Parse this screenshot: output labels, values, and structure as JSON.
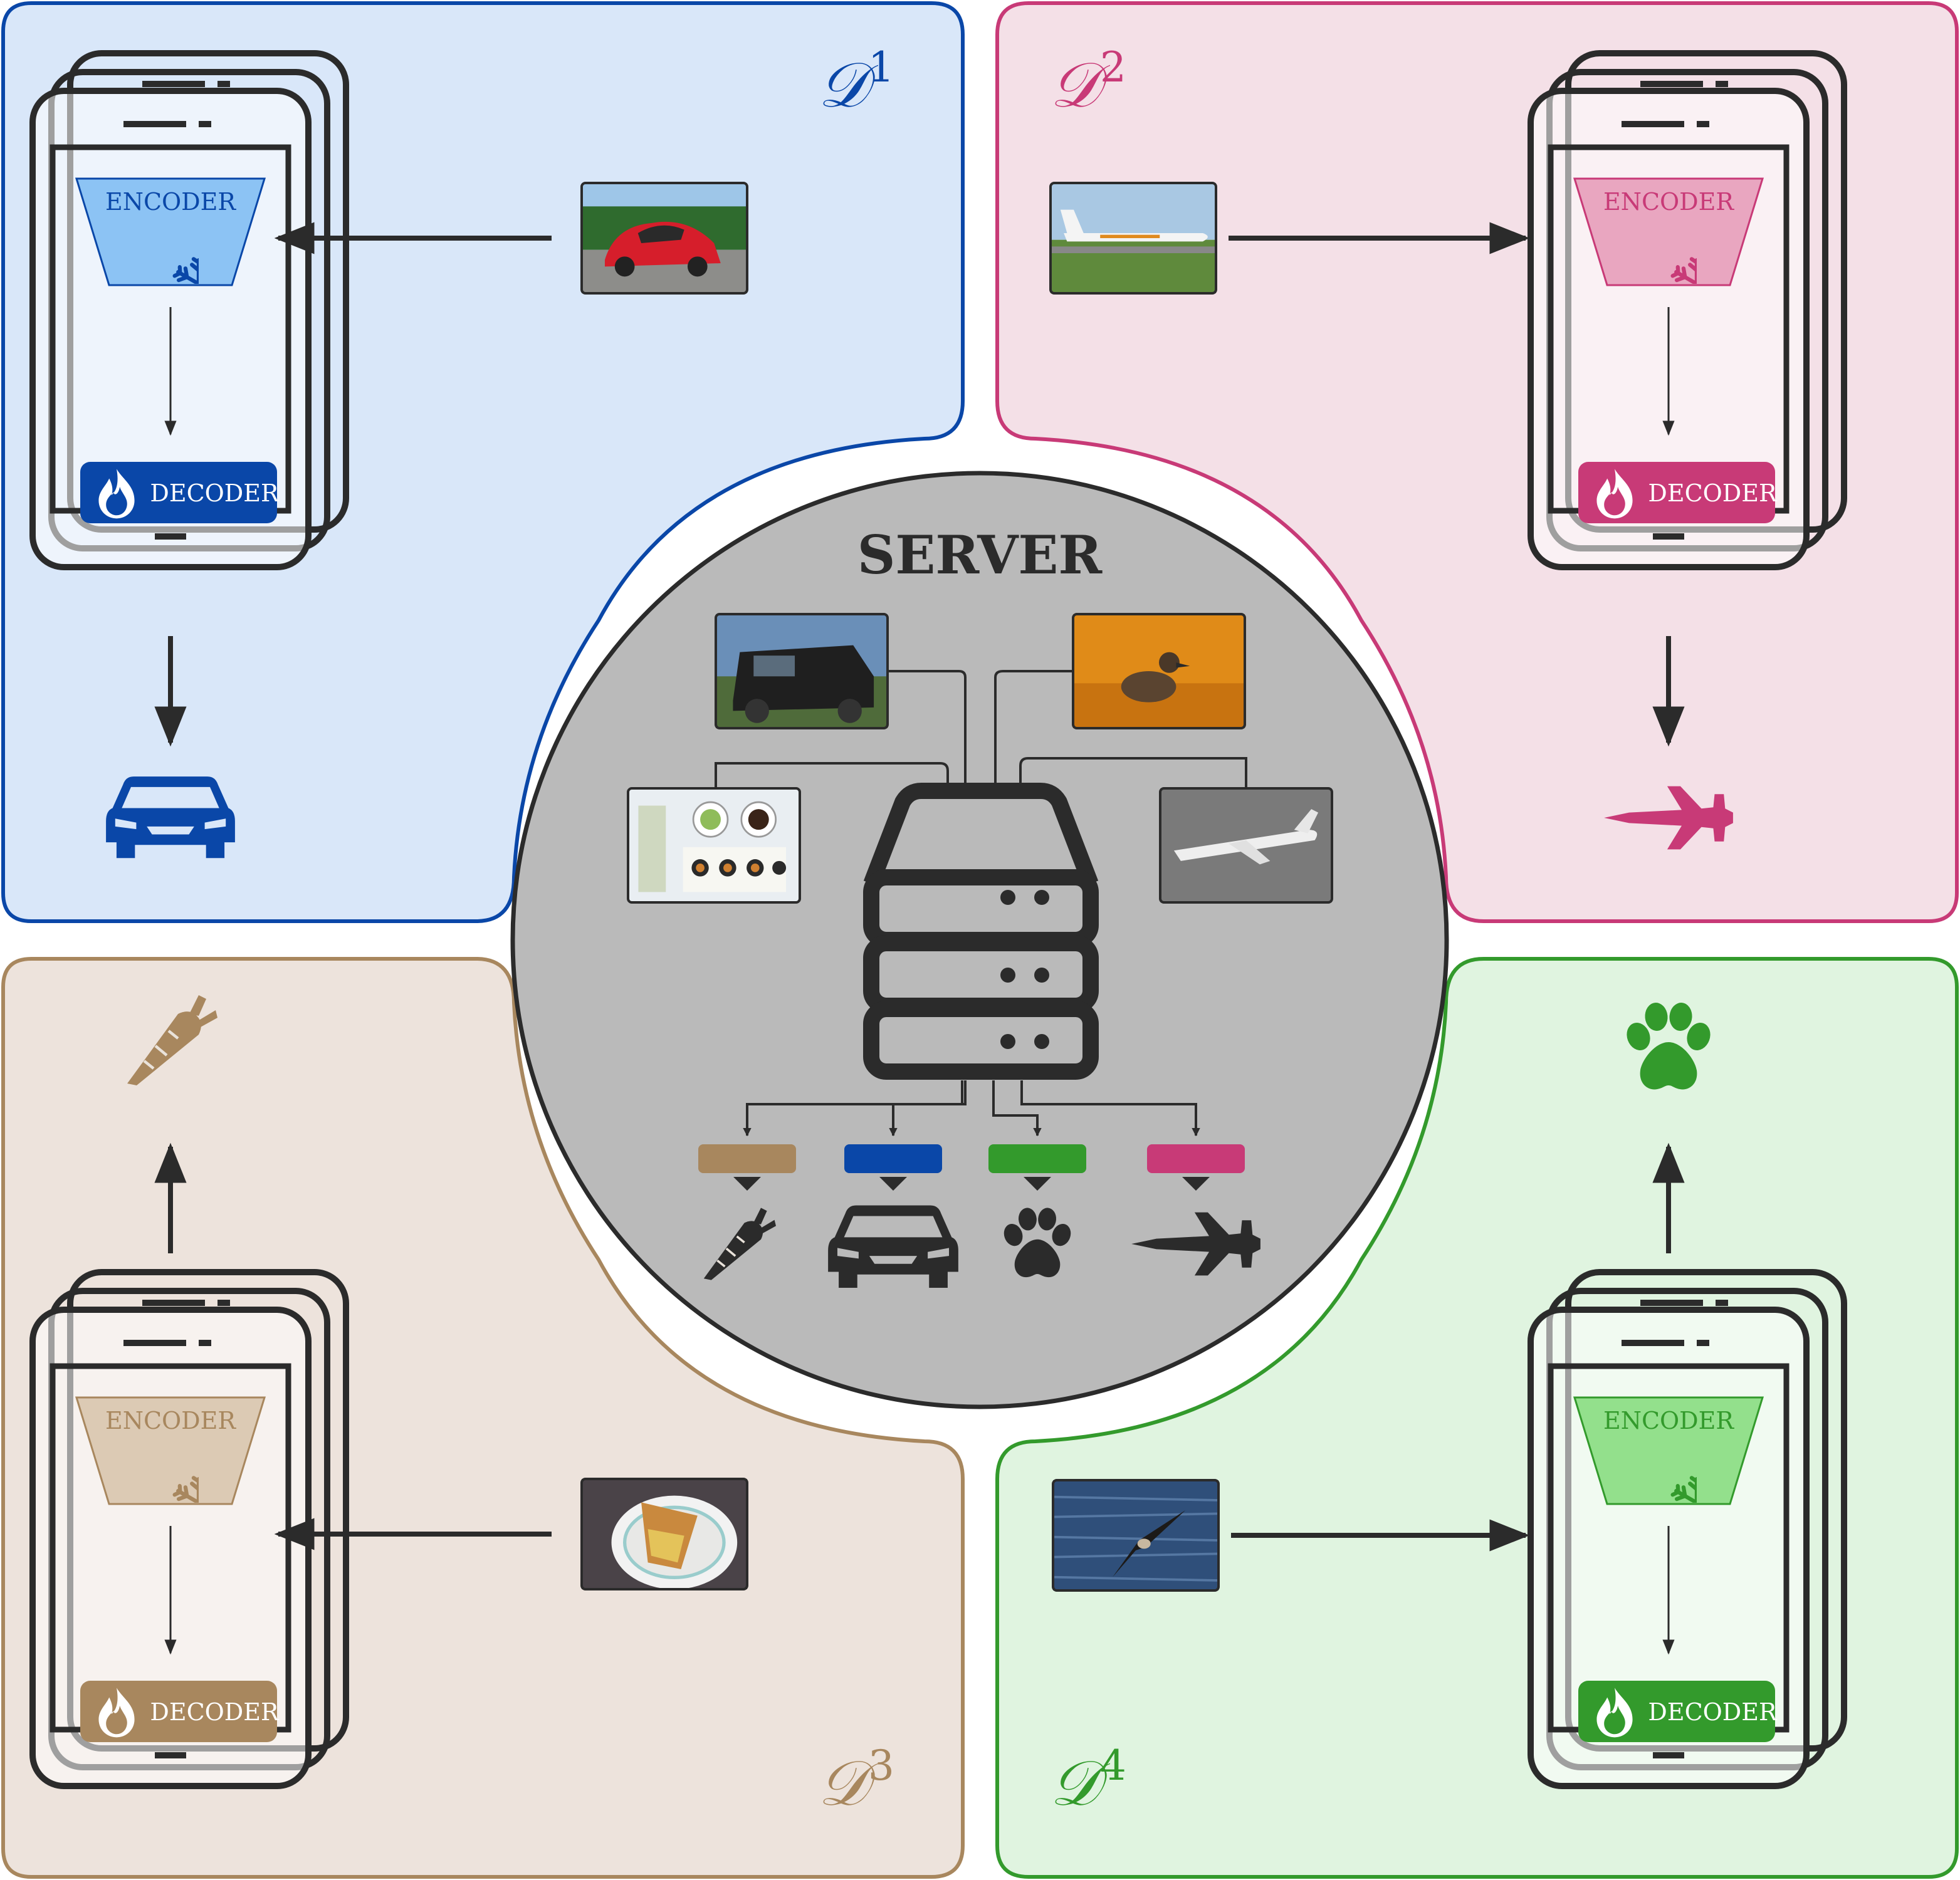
{
  "colors": {
    "client_1": "#0a47a8",
    "client_1_bg": "#d9e7f9",
    "client_1_enc": "#8cc3f4",
    "client_2": "#c83a77",
    "client_2_bg": "#f4e0e7",
    "client_2_enc": "#e9a6c0",
    "client_3": "#a8875e",
    "client_3_bg": "#ede3dc",
    "client_3_enc": "#dccab4",
    "client_4": "#339a2c",
    "client_4_bg": "#e0f4e0",
    "client_4_enc": "#93e08c",
    "server_bg": "#bababa",
    "ink": "#2b2b2b"
  },
  "server": {
    "title": "SERVER",
    "photos": [
      "jeep-photo",
      "duck-photo",
      "sushi-photo",
      "airliner-photo"
    ],
    "heads": [
      {
        "color": "#a8875e",
        "icon": "carrot-icon"
      },
      {
        "color": "#0a47a8",
        "icon": "car-icon"
      },
      {
        "color": "#339a2c",
        "icon": "paw-icon"
      },
      {
        "color": "#c83a77",
        "icon": "jet-icon"
      }
    ]
  },
  "clients": [
    {
      "dataset": "𝒟",
      "index": "1",
      "encoder_label": "ENCODER",
      "decoder_label": "DECODER",
      "photo": "red-car-photo",
      "output_icon": "car-icon"
    },
    {
      "dataset": "𝒟",
      "index": "2",
      "encoder_label": "ENCODER",
      "decoder_label": "DECODER",
      "photo": "airplane-photo",
      "output_icon": "jet-icon"
    },
    {
      "dataset": "𝒟",
      "index": "3",
      "encoder_label": "ENCODER",
      "decoder_label": "DECODER",
      "photo": "pie-photo",
      "output_icon": "carrot-icon"
    },
    {
      "dataset": "𝒟",
      "index": "4",
      "encoder_label": "ENCODER",
      "decoder_label": "DECODER",
      "photo": "seabird-photo",
      "output_icon": "paw-icon"
    }
  ]
}
